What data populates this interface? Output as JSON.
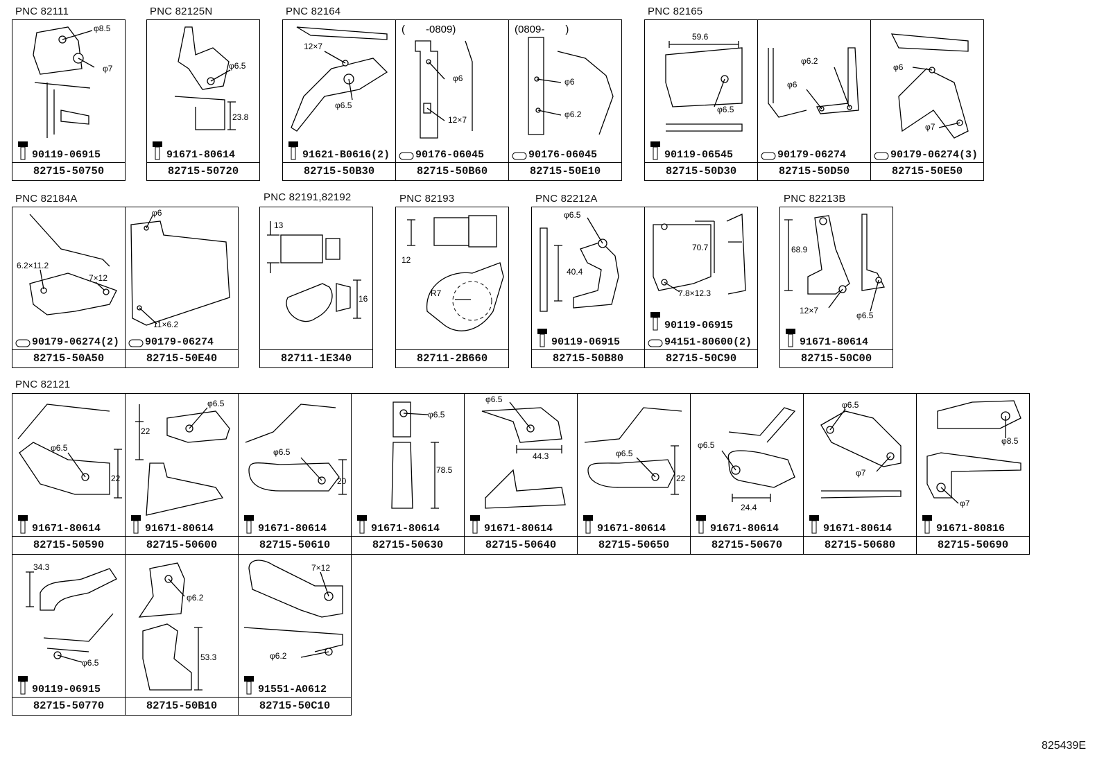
{
  "diagram_code": "825439E",
  "groups": [
    {
      "pnc": "PNC 82111",
      "cells": [
        {
          "dims": [
            "φ8.5",
            "φ7"
          ],
          "bolt": "90119-06915",
          "part": "82715-50750"
        }
      ]
    },
    {
      "pnc": "PNC 82125N",
      "cells": [
        {
          "dims": [
            "φ6.5",
            "23.8"
          ],
          "bolt": "91671-80614",
          "part": "82715-50720"
        }
      ]
    },
    {
      "pnc": "PNC 82164",
      "cells": [
        {
          "dims": [
            "12×7",
            "φ6.5"
          ],
          "bolt": "91621-B0616(2)",
          "part": "82715-50B30"
        },
        {
          "note": "(　　-0809)",
          "dims": [
            "φ6",
            "12×7"
          ],
          "bolt": "90176-06045",
          "part": "82715-50B60"
        },
        {
          "note": "(0809-　　)",
          "dims": [
            "φ6",
            "φ6.2"
          ],
          "bolt": "90176-06045",
          "part": "82715-50E10"
        }
      ]
    },
    {
      "pnc": "PNC 82165",
      "cells": [
        {
          "dims": [
            "59.6",
            "φ6.5"
          ],
          "bolt": "90119-06545",
          "part": "82715-50D30"
        },
        {
          "dims": [
            "φ6.2",
            "φ6"
          ],
          "bolt": "90179-06274",
          "part": "82715-50D50"
        },
        {
          "dims": [
            "φ6",
            "φ7"
          ],
          "bolt": "90179-06274(3)",
          "part": "82715-50E50"
        }
      ]
    },
    {
      "pnc": "PNC 82184A",
      "cells": [
        {
          "dims": [
            "6.2×11.2",
            "7×12"
          ],
          "bolt": "90179-06274(2)",
          "part": "82715-50A50"
        },
        {
          "dims": [
            "φ6",
            "11×6.2"
          ],
          "bolt": "90179-06274",
          "part": "82715-50E40"
        }
      ]
    },
    {
      "pnc": "PNC 82191,82192",
      "cells": [
        {
          "dims": [
            "13",
            "16"
          ],
          "bolt": "",
          "part": "82711-1E340"
        }
      ]
    },
    {
      "pnc": "PNC 82193",
      "cells": [
        {
          "dims": [
            "12",
            "R7"
          ],
          "bolt": "",
          "part": "82711-2B660"
        }
      ]
    },
    {
      "pnc": "PNC 82212A",
      "cells": [
        {
          "dims": [
            "φ6.5",
            "40.4"
          ],
          "bolt": "90119-06915",
          "part": "82715-50B80"
        },
        {
          "dims": [
            "70.7",
            "7.8×12.3"
          ],
          "bolt": "90119-06915",
          "bolt2": "94151-80600(2)",
          "part": "82715-50C90"
        }
      ]
    },
    {
      "pnc": "PNC 82213B",
      "cells": [
        {
          "dims": [
            "68.9",
            "12×7",
            "φ6.5"
          ],
          "bolt": "91671-80614",
          "part": "82715-50C00"
        }
      ]
    },
    {
      "pnc": "PNC 82121",
      "cells": [
        {
          "dims": [
            "φ6.5",
            "22"
          ],
          "bolt": "91671-80614",
          "part": "82715-50590"
        },
        {
          "dims": [
            "22",
            "φ6.5"
          ],
          "bolt": "91671-80614",
          "part": "82715-50600"
        },
        {
          "dims": [
            "φ6.5",
            "20"
          ],
          "bolt": "91671-80614",
          "part": "82715-50610"
        },
        {
          "dims": [
            "φ6.5",
            "78.5"
          ],
          "bolt": "91671-80614",
          "part": "82715-50630"
        },
        {
          "dims": [
            "φ6.5",
            "44.3"
          ],
          "bolt": "91671-80614",
          "part": "82715-50640"
        },
        {
          "dims": [
            "φ6.5",
            "22"
          ],
          "bolt": "91671-80614",
          "part": "82715-50650"
        },
        {
          "dims": [
            "φ6.5",
            "24.4"
          ],
          "bolt": "91671-80614",
          "part": "82715-50670"
        },
        {
          "dims": [
            "φ6.5",
            "φ7"
          ],
          "bolt": "91671-80614",
          "part": "82715-50680"
        },
        {
          "dims": [
            "φ8.5",
            "φ7"
          ],
          "bolt": "91671-80816",
          "part": "82715-50690"
        },
        {
          "dims": [
            "34.3",
            "φ6.5"
          ],
          "bolt": "90119-06915",
          "part": "82715-50770"
        },
        {
          "dims": [
            "φ6.2",
            "53.3"
          ],
          "bolt": "",
          "part": "82715-50B10"
        },
        {
          "dims": [
            "7×12",
            "φ6.2"
          ],
          "bolt": "91551-A0612",
          "part": "82715-50C10"
        }
      ]
    }
  ]
}
